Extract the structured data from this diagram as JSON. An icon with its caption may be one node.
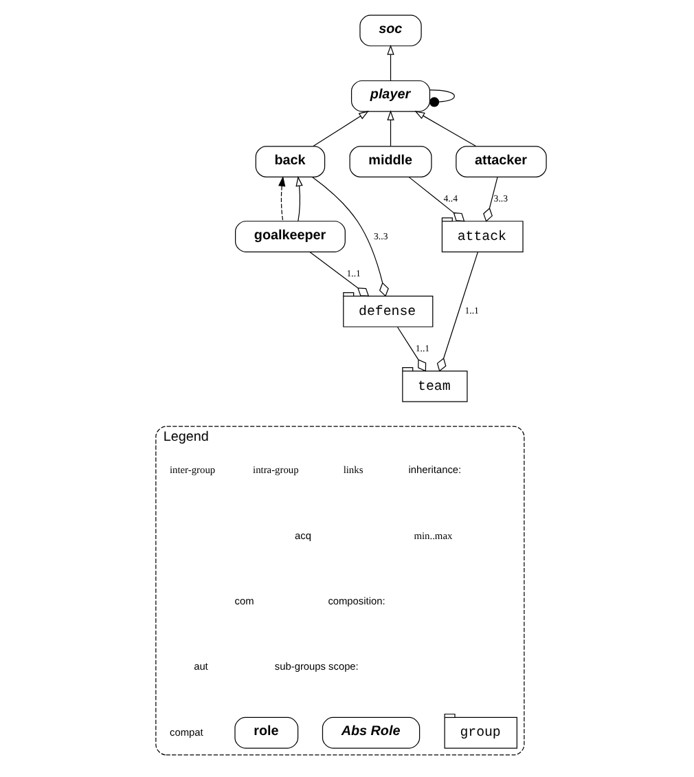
{
  "diagram": {
    "nodes": [
      {
        "text": [
          "soc"
        ]
      },
      {
        "text": [
          "player"
        ]
      },
      {
        "text": [
          "back"
        ]
      },
      {
        "text": [
          "middle"
        ]
      },
      {
        "text": [
          "attacker"
        ]
      },
      {
        "text": [
          "goalkeeper"
        ]
      },
      {
        "text": [
          "attack"
        ]
      },
      {
        "text": [
          "defense"
        ]
      },
      {
        "text": [
          "team"
        ]
      },
      {
        "text": [
          "Legend"
        ]
      },
      {
        "text": [
          "role"
        ],
        "in": 9
      },
      {
        "text": [
          "group"
        ],
        "in": 9
      },
      {
        "text": [
          "Abs Role"
        ],
        "in": 9
      }
    ],
    "edges": [
      {
        "from": 1,
        "to": 0,
        "arrow": "to"
      },
      {
        "from": 1,
        "to": 1,
        "arrow": "other"
      },
      {
        "from": 2,
        "to": 1,
        "arrow": "to"
      },
      {
        "from": 3,
        "to": 1,
        "arrow": "to"
      },
      {
        "from": 4,
        "to": 1,
        "arrow": "to"
      },
      {
        "from": 5,
        "to": 2,
        "arrow": "to",
        "style": "dashed"
      },
      {
        "from": 5,
        "to": 2,
        "arrow": "to"
      },
      {
        "from": 2,
        "to": 7,
        "arrow": "other",
        "label": "3..3"
      },
      {
        "from": 3,
        "to": 6,
        "arrow": "other",
        "label": "4..4"
      },
      {
        "from": 4,
        "to": 6,
        "arrow": "other",
        "label": "3..3"
      },
      {
        "from": 5,
        "to": 7,
        "arrow": "other",
        "label": "1..1"
      },
      {
        "from": 6,
        "to": 8,
        "arrow": "other",
        "label": "1..1"
      },
      {
        "from": 7,
        "to": 8,
        "arrow": "other",
        "label": "1..1"
      }
    ],
    "labels": [
      "min..max",
      "links",
      "intra-group",
      "inter-group"
    ],
    "legend": [
      {
        "text": "inheritance:"
      },
      {
        "text": "composition:"
      },
      {
        "text": "sub-groups scope:"
      },
      {
        "text": "acq"
      },
      {
        "text": "com"
      },
      {
        "text": "aut"
      },
      {
        "text": "compat"
      }
    ]
  }
}
